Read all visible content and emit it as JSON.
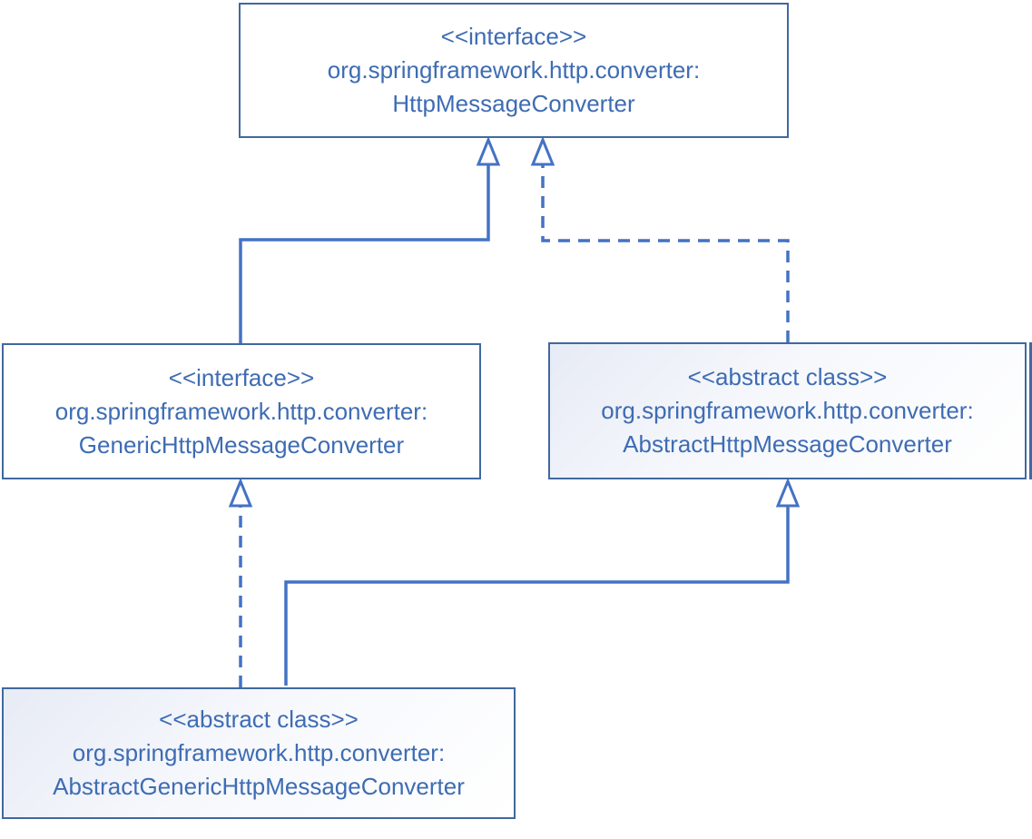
{
  "diagram": {
    "type": "uml-class-diagram",
    "subject": "Spring Framework HttpMessageConverter hierarchy",
    "colors": {
      "connector_line": "#4472C4",
      "box_border": "#41689F",
      "text": "#3E6CB3",
      "tinted_fill_start": "#E7EBF5",
      "tinted_fill_end": "#FFFFFF"
    },
    "nodes": [
      {
        "id": "http-message-converter",
        "stereotype": "<<interface>>",
        "package": "org.springframework.http.converter:",
        "name": "HttpMessageConverter"
      },
      {
        "id": "generic-http-message-converter",
        "stereotype": "<<interface>>",
        "package": "org.springframework.http.converter:",
        "name": "GenericHttpMessageConverter"
      },
      {
        "id": "abstract-http-message-converter",
        "stereotype": "<<abstract class>>",
        "package": "org.springframework.http.converter:",
        "name": "AbstractHttpMessageConverter"
      },
      {
        "id": "abstract-generic-http-message-converter",
        "stereotype": "<<abstract class>>",
        "package": "org.springframework.http.converter:",
        "name": "AbstractGenericHttpMessageConverter"
      }
    ],
    "edges": [
      {
        "from": "GenericHttpMessageConverter",
        "to": "HttpMessageConverter",
        "line_style": "solid",
        "arrowhead": "hollow-triangle",
        "relationship": "extends"
      },
      {
        "from": "AbstractHttpMessageConverter",
        "to": "HttpMessageConverter",
        "line_style": "dashed",
        "arrowhead": "hollow-triangle",
        "relationship": "implements"
      },
      {
        "from": "AbstractGenericHttpMessageConverter",
        "to": "GenericHttpMessageConverter",
        "line_style": "dashed",
        "arrowhead": "hollow-triangle",
        "relationship": "implements"
      },
      {
        "from": "AbstractGenericHttpMessageConverter",
        "to": "AbstractHttpMessageConverter",
        "line_style": "solid",
        "arrowhead": "hollow-triangle",
        "relationship": "extends"
      }
    ]
  }
}
